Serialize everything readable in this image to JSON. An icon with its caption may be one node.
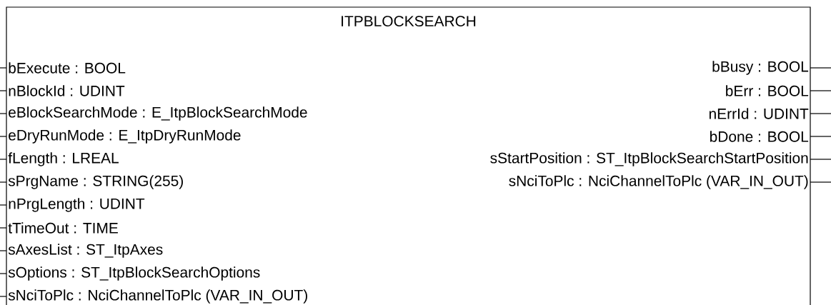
{
  "diagram": {
    "nodes": [
      {
        "text": [
          "ITPBLOCKSEARCH"
        ]
      },
      {
        "text": [
          "bExecute : BOOL"
        ],
        "in": 0
      },
      {
        "text": [
          "nBlockId : UDINT"
        ],
        "in": 0
      },
      {
        "text": [
          "eBlockSearchMode : E_ItpBlockSearchMode"
        ],
        "in": 0
      },
      {
        "text": [
          "eDryRunMode : E_ItpDryRunMode"
        ],
        "in": 0
      },
      {
        "text": [
          "fLength : LREAL"
        ],
        "in": 0
      },
      {
        "text": [
          "sPrgName : STRING(255)"
        ],
        "in": 0
      },
      {
        "text": [
          "nPrgLength : UDINT"
        ],
        "in": 0
      },
      {
        "text": [
          "tTimeOut : TIME"
        ],
        "in": 0
      },
      {
        "text": [
          "sAxesList : ST_ItpAxes"
        ],
        "in": 0
      },
      {
        "text": [
          "sOptions : ST_ItpBlockSearchOptions"
        ],
        "in": 0
      },
      {
        "text": [
          "sNciToPlc : NciChannelToPlc (VAR_IN_OUT)"
        ],
        "in": 0
      },
      {
        "text": [
          "bBusy : BOOL"
        ],
        "in": 0
      },
      {
        "text": [
          "bErr : BOOL"
        ],
        "in": 0
      },
      {
        "text": [
          "nErrId : UDINT"
        ],
        "in": 0
      },
      {
        "text": [
          "bDone : BOOL"
        ],
        "in": 0
      },
      {
        "text": [
          "sStartPosition : ST_ItpBlockSearchStartPosition"
        ],
        "in": 0
      },
      {
        "text": [
          "sNciToPlc : NciChannelToPlc (VAR_IN_OUT)"
        ],
        "in": 0
      }
    ],
    "edges": [
      {
        "from": null,
        "to": 1,
        "arrow": "none"
      },
      {
        "from": null,
        "to": 2,
        "arrow": "none"
      },
      {
        "from": null,
        "to": 3,
        "arrow": "none"
      },
      {
        "from": null,
        "to": 4,
        "arrow": "none"
      },
      {
        "from": null,
        "to": 5,
        "arrow": "none"
      },
      {
        "from": null,
        "to": 6,
        "arrow": "none"
      },
      {
        "from": null,
        "to": 7,
        "arrow": "none"
      },
      {
        "from": null,
        "to": 8,
        "arrow": "none"
      },
      {
        "from": null,
        "to": 9,
        "arrow": "none"
      },
      {
        "from": null,
        "to": 10,
        "arrow": "none"
      },
      {
        "from": null,
        "to": 11,
        "arrow": "none"
      },
      {
        "from": 12,
        "to": null,
        "arrow": "none"
      },
      {
        "from": 13,
        "to": null,
        "arrow": "none"
      },
      {
        "from": 14,
        "to": null,
        "arrow": "none"
      },
      {
        "from": 15,
        "to": null,
        "arrow": "none"
      },
      {
        "from": 16,
        "to": null,
        "arrow": "none"
      },
      {
        "from": 17,
        "to": null,
        "arrow": "none"
      }
    ]
  }
}
